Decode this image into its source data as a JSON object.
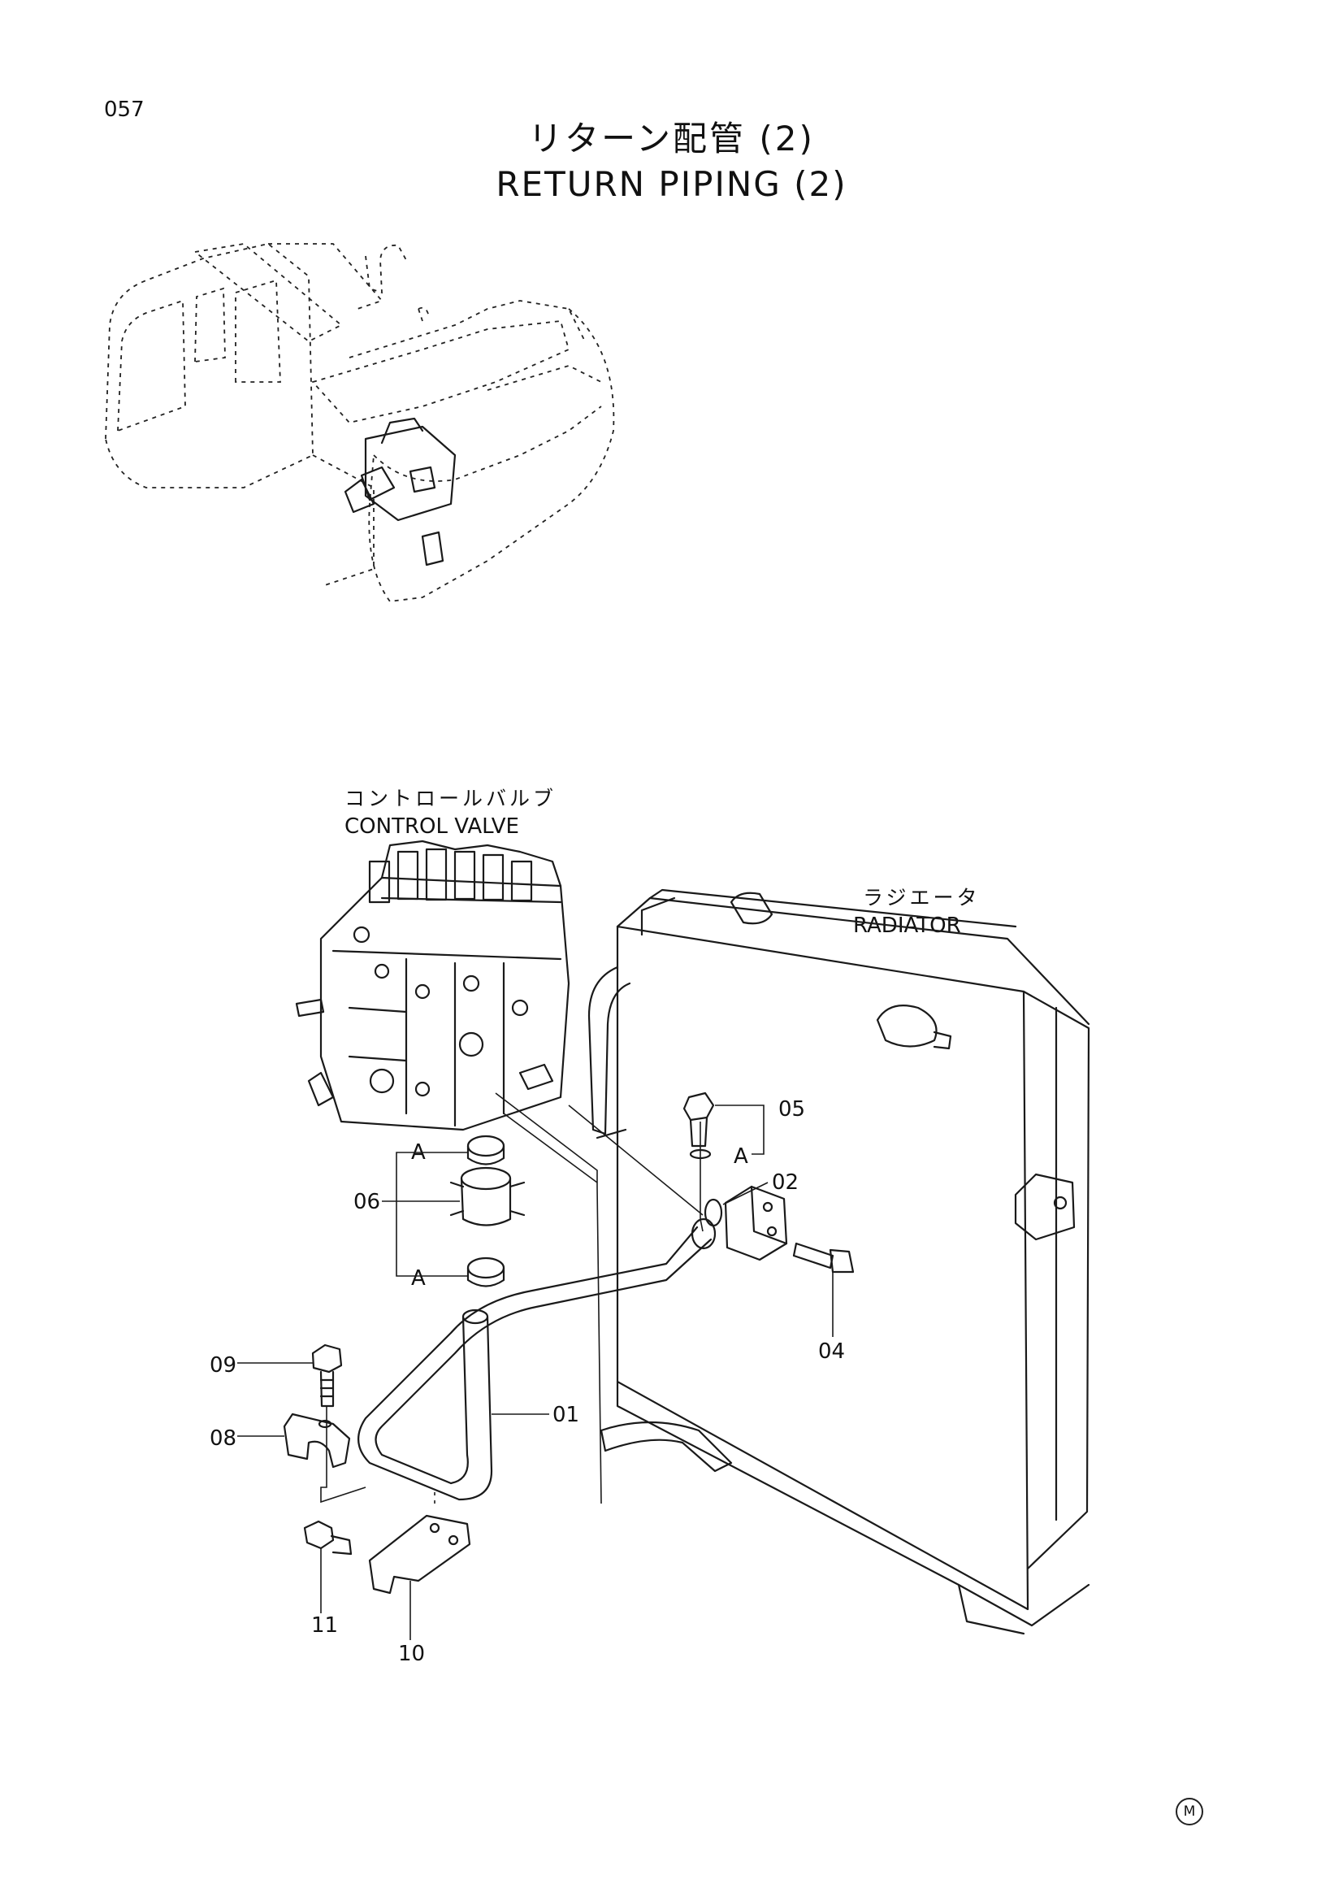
{
  "page": {
    "number": "057",
    "title_ja": "リターン配管 (2)",
    "title_en": "RETURN PIPING (2)"
  },
  "labels": {
    "control_valve_ja": "コントロールバルブ",
    "control_valve_en": "CONTROL VALVE",
    "radiator_ja": "ラジエータ",
    "radiator_en": "RADIATOR"
  },
  "callouts": {
    "p01": "01",
    "p02": "02",
    "p04": "04",
    "p05": "05",
    "p06": "06",
    "p08": "08",
    "p09": "09",
    "p10": "10",
    "p11": "11",
    "a_upper_left": "A",
    "a_lower_left": "A",
    "a_right": "A"
  },
  "footer": {
    "mark": "M"
  }
}
